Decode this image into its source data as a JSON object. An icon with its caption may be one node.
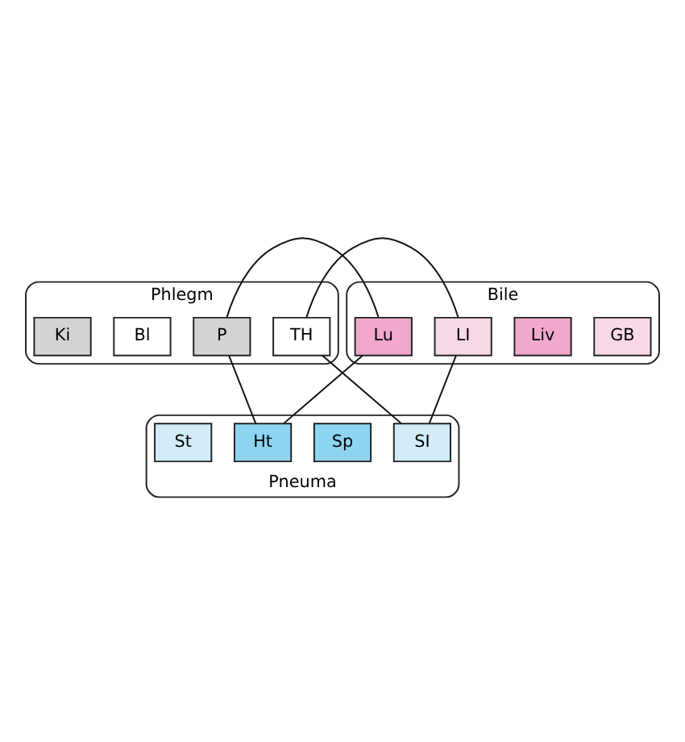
{
  "diagram": {
    "nodes": [
      {
        "text": [
          "Phlegm"
        ]
      },
      {
        "text": [
          "TH"
        ],
        "in": 0
      },
      {
        "text": [
          "P"
        ],
        "in": 0
      },
      {
        "text": [
          "Bl"
        ],
        "in": 0
      },
      {
        "text": [
          "Ki"
        ],
        "in": 0
      },
      {
        "text": [
          "Bile"
        ]
      },
      {
        "text": [
          "GB"
        ],
        "in": 5
      },
      {
        "text": [
          "Liv"
        ],
        "in": 5
      },
      {
        "text": [
          "LI"
        ],
        "in": 5
      },
      {
        "text": [
          "Lu"
        ],
        "in": 5
      },
      {
        "text": [
          "Pneuma"
        ]
      },
      {
        "text": [
          "Ht"
        ],
        "in": 10
      },
      {
        "text": [
          "Sp"
        ],
        "in": 10
      },
      {
        "text": [
          "SI"
        ],
        "in": 10
      },
      {
        "text": [
          "St"
        ],
        "in": 10
      }
    ],
    "edges": [
      {
        "from": 1,
        "to": 8,
        "arrow": "none"
      },
      {
        "from": 1,
        "to": 13,
        "arrow": "none"
      },
      {
        "from": 8,
        "to": 13,
        "arrow": "none"
      },
      {
        "from": 2,
        "to": 9,
        "arrow": "none"
      },
      {
        "from": 2,
        "to": 11,
        "arrow": "none"
      },
      {
        "from": 9,
        "to": 11,
        "arrow": "none"
      }
    ]
  }
}
